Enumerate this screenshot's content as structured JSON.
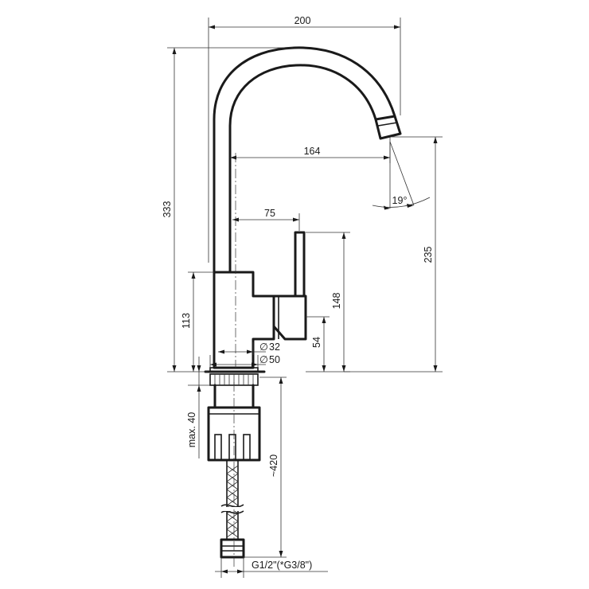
{
  "drawing": {
    "colors": {
      "line": "#1a1a1a",
      "background": "#ffffff"
    },
    "dimensions": {
      "width_total": "200",
      "reach": "164",
      "handle_offset": "75",
      "height_total": "333",
      "spout_height": "235",
      "handle_height": "148",
      "body_height": "113",
      "handle_base": "54",
      "diameter_small": "32",
      "diameter_large": "50",
      "max_mount": "max. 40",
      "hose_length": "~420",
      "thread": "G1/2\"(*G3/8\")",
      "angle": "19°"
    },
    "symbols": {
      "diameter": "∅"
    }
  }
}
